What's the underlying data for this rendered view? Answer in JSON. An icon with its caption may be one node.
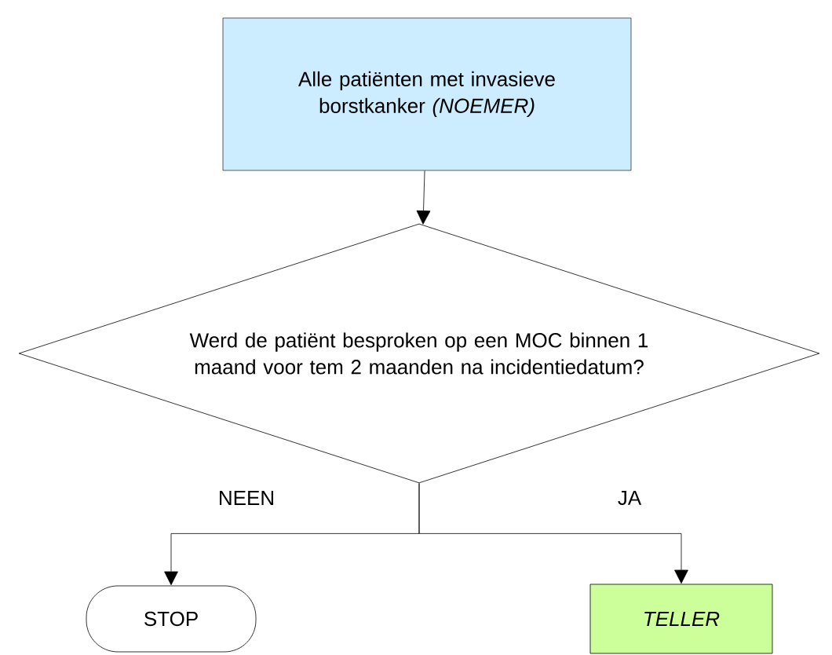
{
  "diagram": {
    "nodes": [
      {
        "text": [
          "Alle patiënten met invasieve borstkanker *(NOEMER)*"
        ]
      },
      {
        "text": [
          "Werd de patiënt besproken op een MOC binnen 1 maand voor tem 2 maanden na incidentiedatum?"
        ]
      },
      {
        "text": [
          "STOP"
        ]
      },
      {
        "text": [
          "TELLER"
        ]
      }
    ],
    "edges": [
      {
        "from": 0,
        "to": 1,
        "arrow": "to"
      },
      {
        "from": 1,
        "to": 2,
        "arrow": "to",
        "label": "NEEN"
      },
      {
        "from": 1,
        "to": 3,
        "arrow": "to",
        "label": "JA"
      }
    ]
  }
}
